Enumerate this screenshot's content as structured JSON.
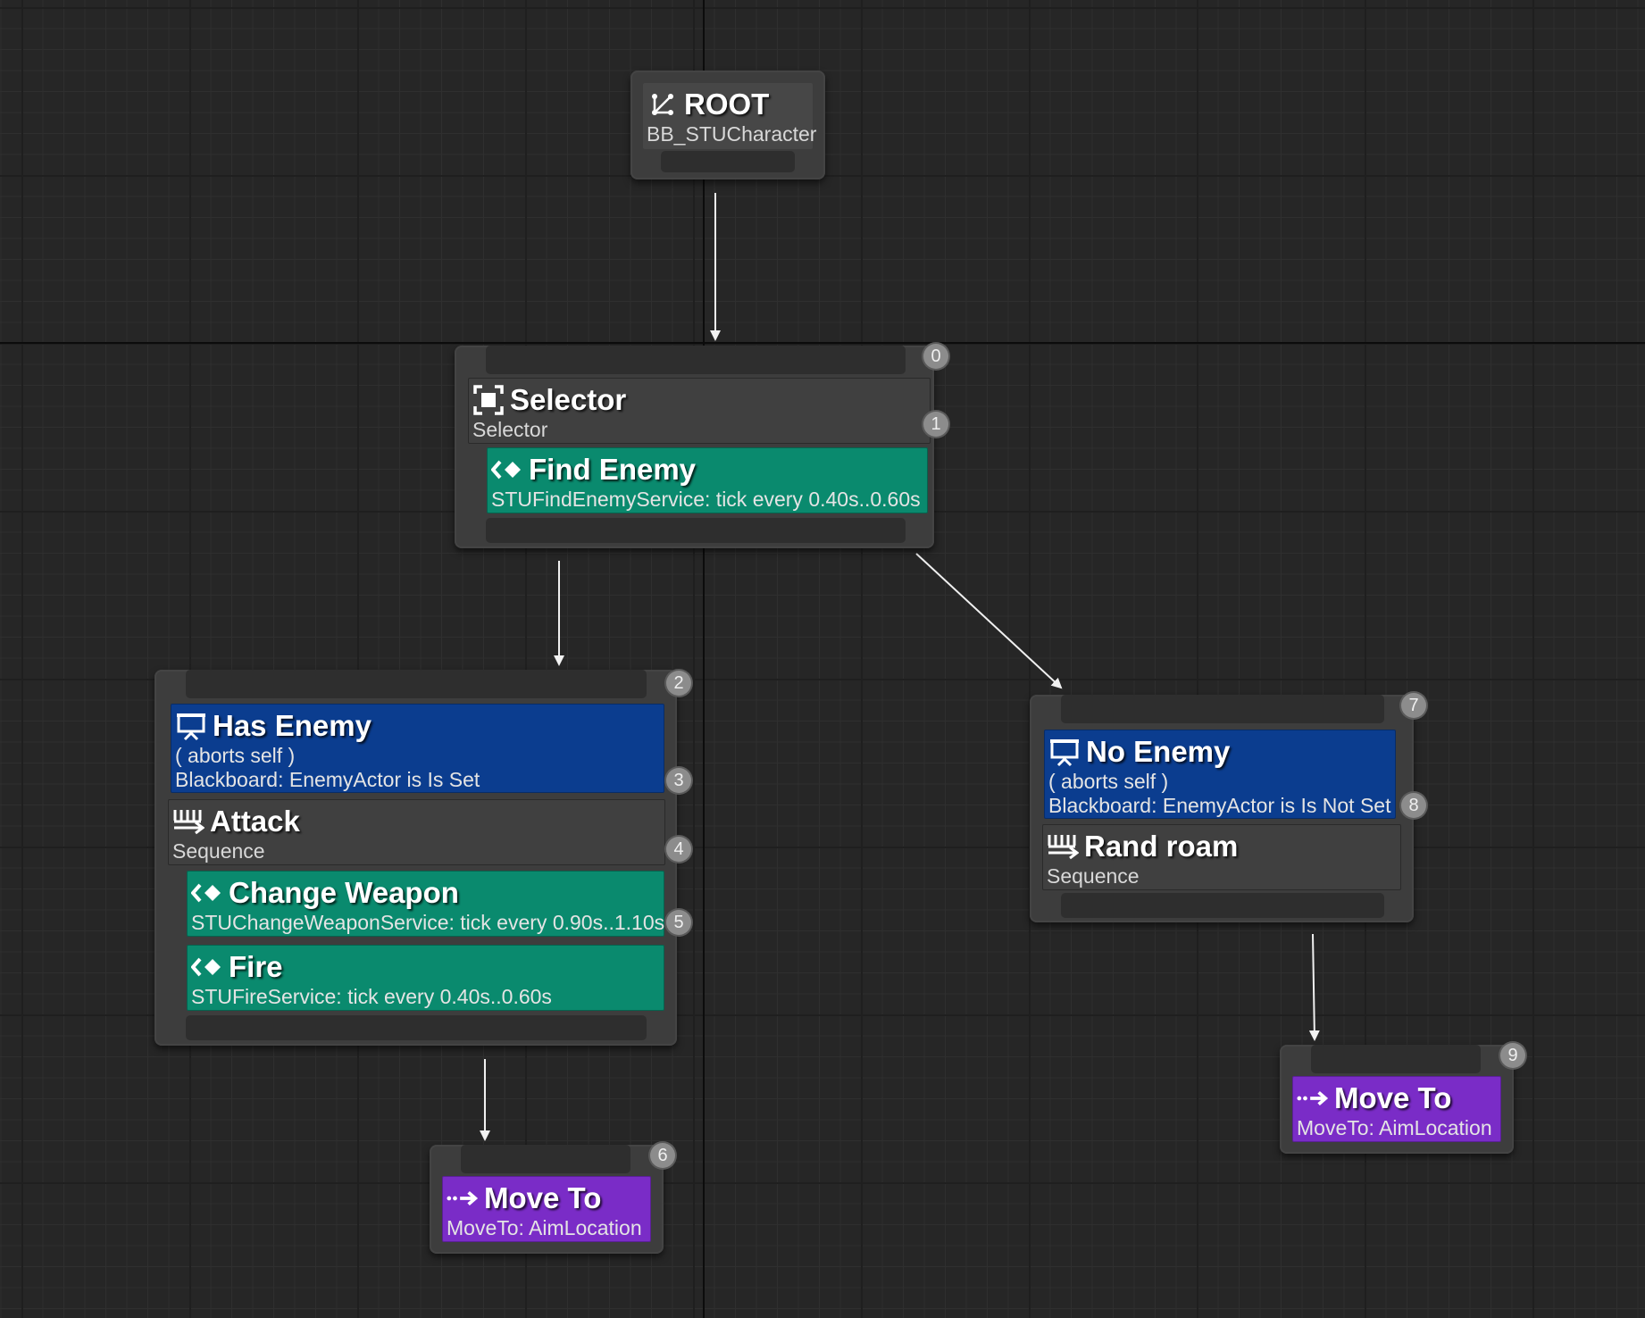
{
  "colors": {
    "background": "#262626",
    "node": "#3d3d3d",
    "decorator": "#0b3d8f",
    "service": "#0a8a6e",
    "task": "#7a2cc7",
    "composite": "#404040"
  },
  "root": {
    "icon": "root-icon",
    "title": "ROOT",
    "subtitle": "BB_STUCharacter"
  },
  "selector": {
    "index": "0",
    "composite": {
      "icon": "selector-icon",
      "title": "Selector",
      "subtitle": "Selector",
      "index": "1"
    },
    "service": {
      "icon": "service-icon",
      "title": "Find Enemy",
      "subtitle": "STUFindEnemyService: tick every 0.40s..0.60s"
    }
  },
  "attack": {
    "index": "2",
    "decorator": {
      "icon": "blackboard-icon",
      "title": "Has Enemy",
      "line1": "( aborts self )",
      "line2": "Blackboard: EnemyActor is Is Set",
      "index": "3"
    },
    "composite": {
      "icon": "sequence-icon",
      "title": "Attack",
      "subtitle": "Sequence",
      "index": "4"
    },
    "service1": {
      "icon": "service-icon",
      "title": "Change Weapon",
      "subtitle": "STUChangeWeaponService: tick every 0.90s..1.10s",
      "index": "5"
    },
    "service2": {
      "icon": "service-icon",
      "title": "Fire",
      "subtitle": "STUFireService: tick every 0.40s..0.60s"
    }
  },
  "move_left": {
    "index": "6",
    "icon": "move-to-icon",
    "title": "Move To",
    "subtitle": "MoveTo: AimLocation"
  },
  "roam": {
    "index": "7",
    "decorator": {
      "icon": "blackboard-icon",
      "title": "No Enemy",
      "line1": "( aborts self )",
      "line2": "Blackboard: EnemyActor is Is Not Set",
      "index": "8"
    },
    "composite": {
      "icon": "sequence-icon",
      "title": "Rand roam",
      "subtitle": "Sequence"
    }
  },
  "move_right": {
    "index": "9",
    "icon": "move-to-icon",
    "title": "Move To",
    "subtitle": "MoveTo: AimLocation"
  }
}
